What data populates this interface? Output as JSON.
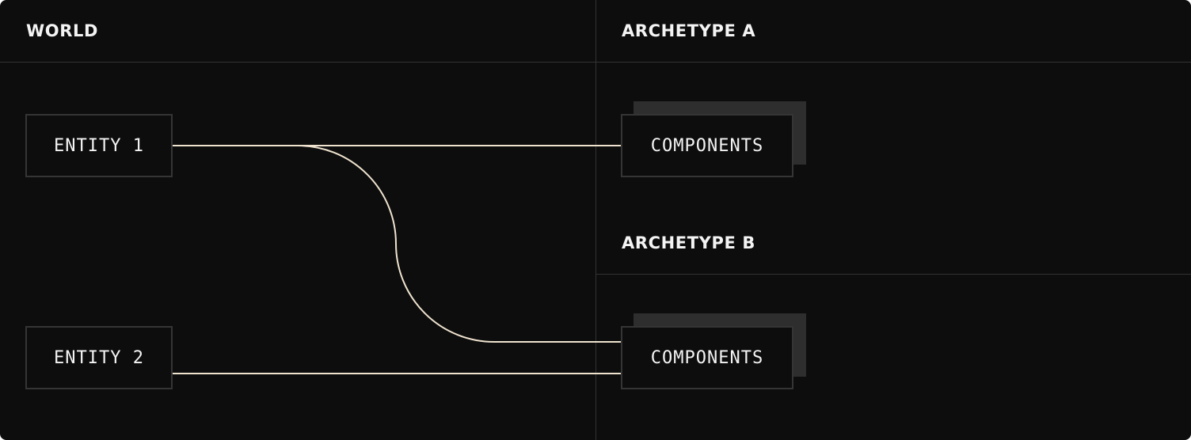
{
  "world": {
    "label": "WORLD",
    "entities": [
      {
        "label": "ENTITY 1"
      },
      {
        "label": "ENTITY 2"
      }
    ]
  },
  "archetypes": [
    {
      "label": "ARCHETYPE A",
      "components_label": "COMPONENTS"
    },
    {
      "label": "ARCHETYPE B",
      "components_label": "COMPONENTS"
    }
  ],
  "colors": {
    "background": "#0d0d0d",
    "connector": "#efe3cf",
    "border": "#353535",
    "shadow": "#2e2e2e",
    "divider": "#333333",
    "text": "#f4f4f4"
  }
}
